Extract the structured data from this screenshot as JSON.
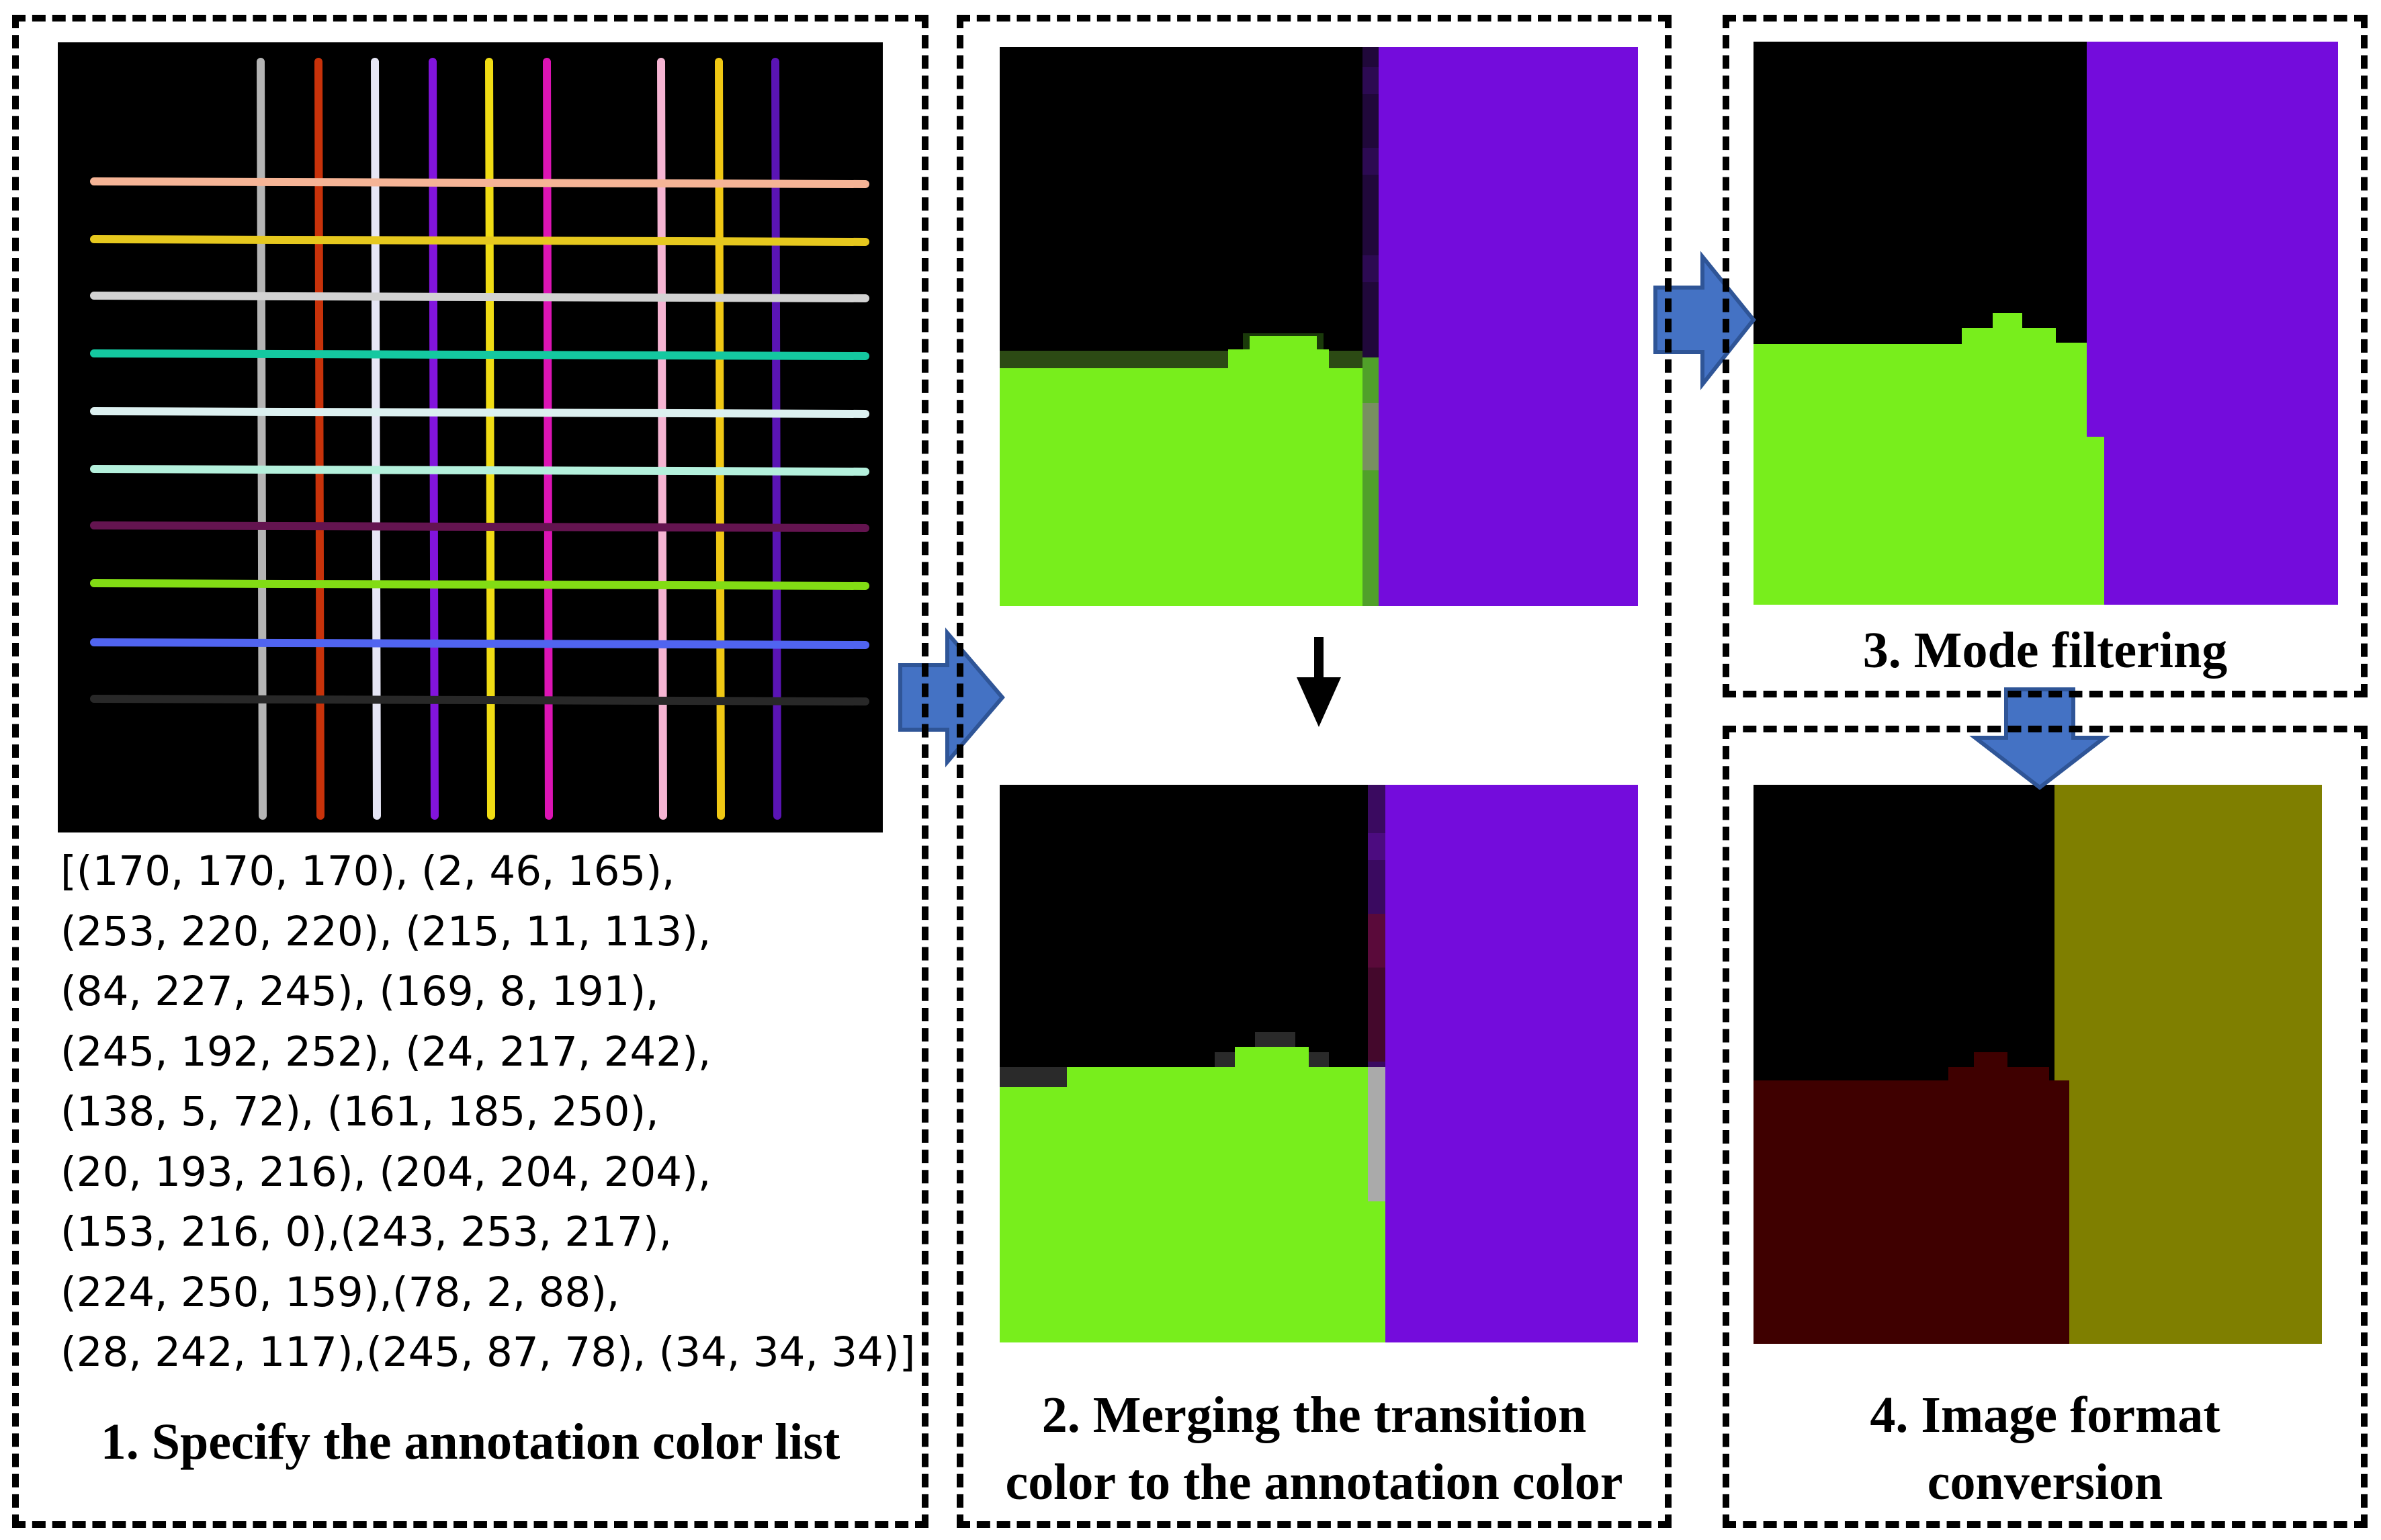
{
  "panels": {
    "step1": {
      "caption": "1. Specify the annotation color list",
      "color_list_lines": [
        "[(170, 170, 170), (2, 46, 165),",
        "(253, 220, 220), (215, 11, 113),",
        "(84, 227, 245), (169, 8, 191),",
        "(245, 192, 252), (24, 217, 242),",
        "(138, 5, 72), (161, 185, 250),",
        "(20, 193, 216), (204, 204, 204),",
        "(153, 216, 0),(243, 253, 217),",
        "(224, 250, 159),(78, 2, 88),",
        "(28, 242, 117),(245, 87, 78), (34, 34, 34)]"
      ]
    },
    "step2": {
      "caption_line1": "2. Merging the transition",
      "caption_line2": "color to the annotation color"
    },
    "step3": {
      "caption": "3. Mode filtering"
    },
    "step4": {
      "caption_line1": "4. Image format",
      "caption_line2": "conversion"
    }
  },
  "colors": {
    "grid_background": "#000000",
    "vertical_lines": [
      "#b4b4b4",
      "#c8320a",
      "#e6e6f5",
      "#8214dc",
      "#f0dc14",
      "#dc14b4",
      "#f5b4d2",
      "#f0c814",
      "#5a14b4"
    ],
    "horizontal_lines": [
      "#f5b496",
      "#e6c81e",
      "#d2d2d2",
      "#14c8a0",
      "#dcf0f0",
      "#b4f0dc",
      "#641450",
      "#82dc14",
      "#5064f0",
      "#282828"
    ],
    "segment_green": "#78ee1c",
    "segment_purple": "#740cdc",
    "converted_dark_red": "#3f0000",
    "converted_olive": "#7f7f00",
    "arrow_blue": "#4472c4"
  }
}
